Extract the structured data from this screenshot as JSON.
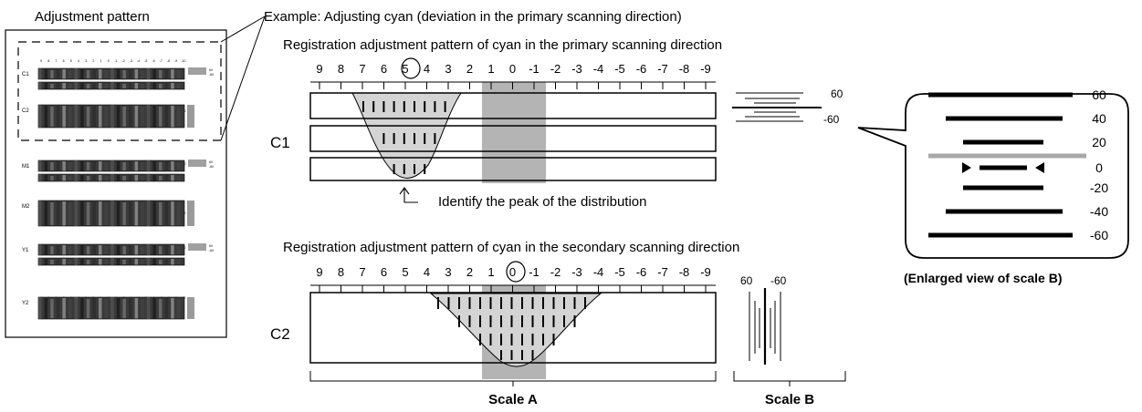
{
  "left_panel": {
    "title": "Adjustment pattern",
    "row_labels": [
      "C1",
      "C2",
      "M1",
      "M2",
      "Y1",
      "Y2"
    ],
    "mini_scale": [
      "9",
      "8",
      "7",
      "6",
      "5",
      "4",
      "3",
      "2",
      "1",
      "0",
      "-1",
      "-2",
      "-3",
      "-4",
      "-5",
      "-6",
      "-7",
      "-8",
      "-9",
      "-10"
    ],
    "mini_marks": [
      "60",
      "-60"
    ]
  },
  "example_title": "Example: Adjusting cyan (deviation in the primary scanning direction)",
  "primary": {
    "title": "Registration adjustment pattern of cyan in the primary scanning direction",
    "scale": [
      "9",
      "8",
      "7",
      "6",
      "5",
      "4",
      "3",
      "2",
      "1",
      "0",
      "-1",
      "-2",
      "-3",
      "-4",
      "-5",
      "-6",
      "-7",
      "-8",
      "-9"
    ],
    "circled_value": "5",
    "label": "C1",
    "peak_note": "Identify the peak of the distribution",
    "scale_b_marks": [
      "60",
      "-60"
    ]
  },
  "secondary": {
    "title": "Registration adjustment pattern of cyan in the secondary scanning direction",
    "scale": [
      "9",
      "8",
      "7",
      "6",
      "5",
      "4",
      "3",
      "2",
      "1",
      "0",
      "-1",
      "-2",
      "-3",
      "-4",
      "-5",
      "-6",
      "-7",
      "-8",
      "-9"
    ],
    "circled_value": "0",
    "label": "C2",
    "scale_b_marks": [
      "60",
      "-60"
    ],
    "scale_a_label": "Scale A",
    "scale_b_label": "Scale B"
  },
  "enlarged": {
    "values": [
      "60",
      "40",
      "20",
      "0",
      "-20",
      "-40",
      "-60"
    ],
    "caption": "(Enlarged view of scale B)"
  },
  "colors": {
    "highlight": "#b4b4b4",
    "distribution": "#d4d4d4",
    "ink": "#000000"
  }
}
